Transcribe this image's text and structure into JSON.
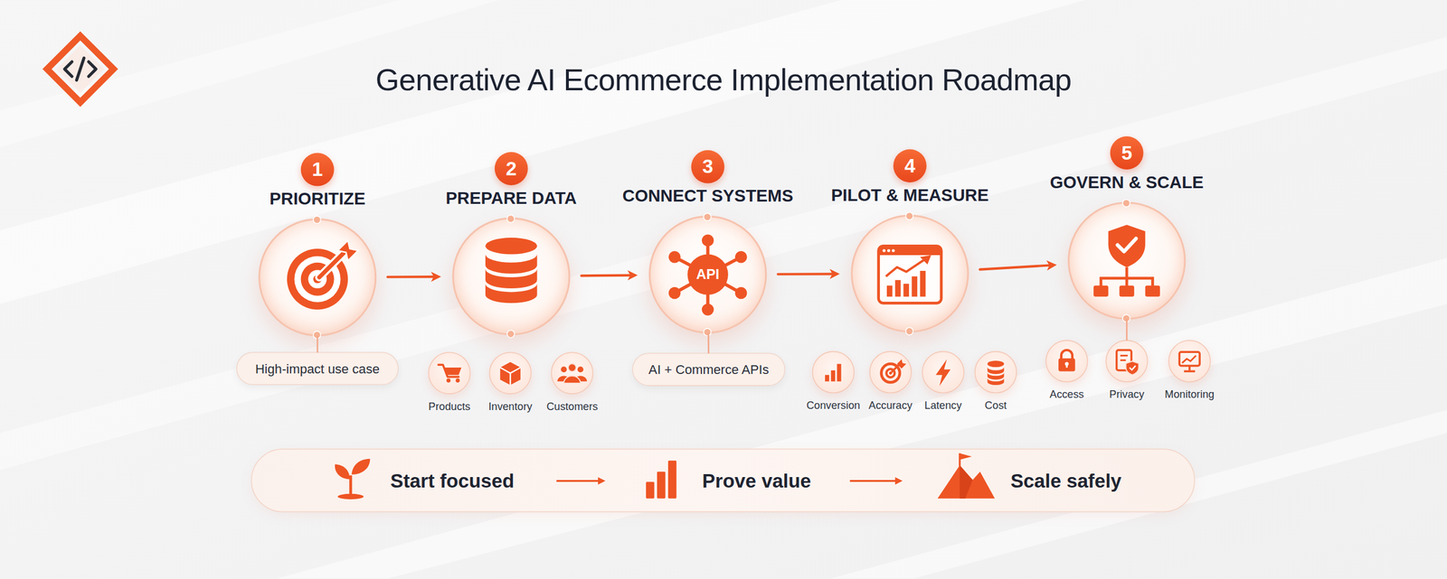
{
  "diagram": {
    "title": "Generative AI Ecommerce Implementation Roadmap",
    "nodes": [
      {
        "text": [
          "1",
          "PRIORITIZE"
        ]
      },
      {
        "text": [
          "High-impact use case"
        ]
      },
      {
        "text": [
          "2",
          "PREPARE DATA"
        ]
      },
      {
        "text": [
          "Products"
        ]
      },
      {
        "text": [
          "Inventory"
        ]
      },
      {
        "text": [
          "Customers"
        ]
      },
      {
        "text": [
          "3",
          "CONNECT SYSTEMS",
          "API"
        ]
      },
      {
        "text": [
          "AI + Commerce APIs"
        ]
      },
      {
        "text": [
          "4",
          "PILOT & MEASURE"
        ]
      },
      {
        "text": [
          "Conversion"
        ]
      },
      {
        "text": [
          "Accuracy"
        ]
      },
      {
        "text": [
          "Latency"
        ]
      },
      {
        "text": [
          "Cost"
        ]
      },
      {
        "text": [
          "5",
          "GOVERN & SCALE"
        ]
      },
      {
        "text": [
          "Access"
        ]
      },
      {
        "text": [
          "Privacy"
        ]
      },
      {
        "text": [
          "Monitoring"
        ]
      },
      {
        "text": [
          "Start focused",
          "Prove value",
          "Scale safely"
        ]
      }
    ],
    "edges": [
      {
        "from": 0,
        "to": 2,
        "arrow": "to"
      },
      {
        "from": 2,
        "to": 6,
        "arrow": "to"
      },
      {
        "from": 6,
        "to": 8,
        "arrow": "to"
      },
      {
        "from": 8,
        "to": 13,
        "arrow": "to"
      },
      {
        "from": 0,
        "to": 1,
        "arrow": "none"
      },
      {
        "from": 6,
        "to": 7,
        "arrow": "none"
      },
      {
        "from": 13,
        "to": 15,
        "arrow": "none"
      }
    ]
  }
}
